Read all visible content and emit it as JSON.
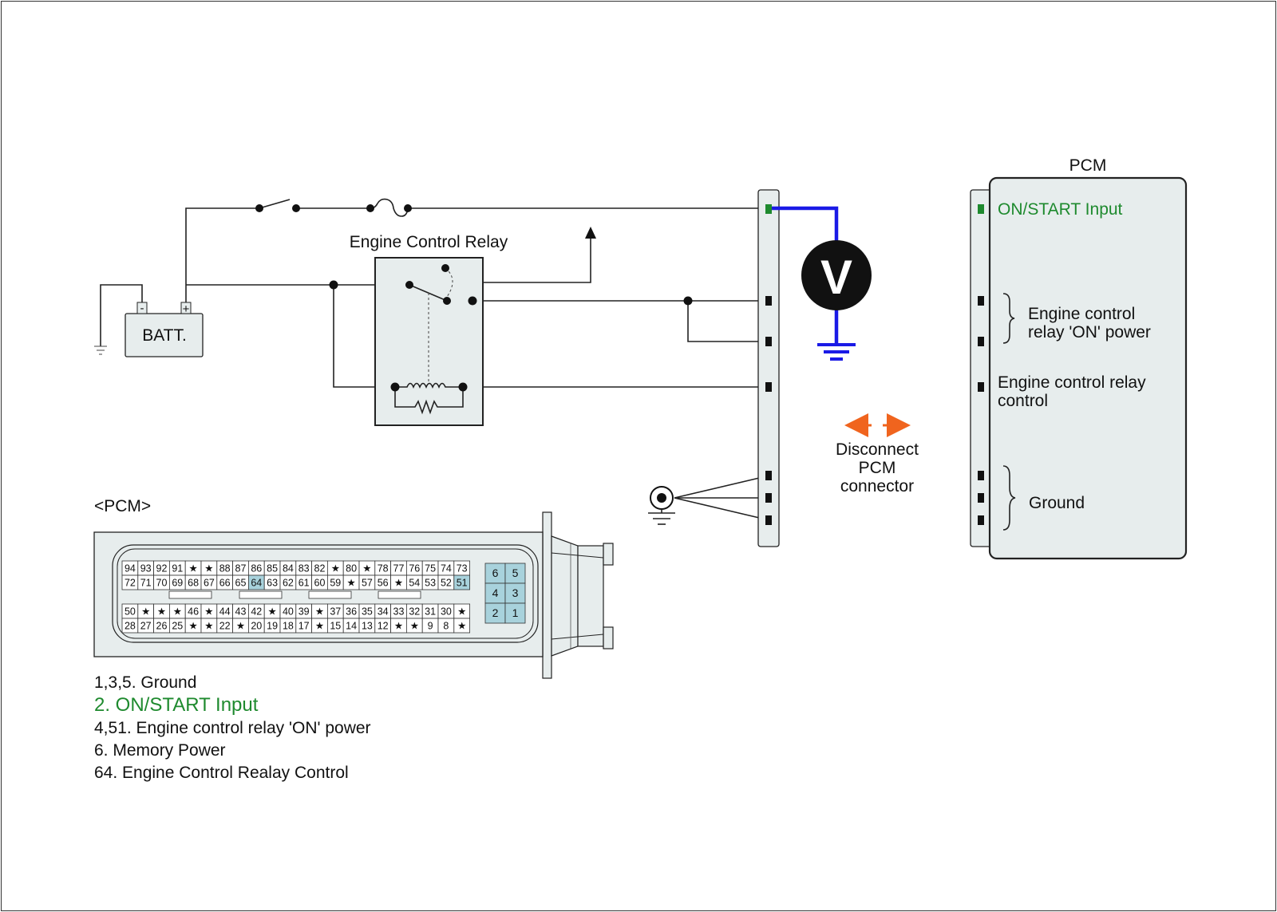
{
  "colors": {
    "highlight_green": "#1e8a2e",
    "probe_blue": "#1a1ae6",
    "arrow_orange": "#f0641e",
    "panel_fill": "#e7eded",
    "pin_highlight": "#a8d2dc"
  },
  "diagram": {
    "battery_label": "BATT.",
    "battery_minus": "-",
    "battery_plus": "+",
    "relay_title": "Engine Control Relay",
    "voltmeter_label": "V",
    "disconnect_label": [
      "Disconnect",
      "PCM",
      "connector"
    ],
    "pcm_title": "PCM",
    "pcm_connector_title": "<PCM>"
  },
  "pcm_box": {
    "on_start_input": "ON/START Input",
    "ecr_on_power": [
      "Engine control",
      "relay 'ON' power"
    ],
    "ecr_control": [
      "Engine control relay",
      "control"
    ],
    "ground": "Ground"
  },
  "connector": {
    "rows": [
      [
        "94",
        "93",
        "92",
        "91",
        "★",
        "★",
        "88",
        "87",
        "86",
        "85",
        "84",
        "83",
        "82",
        "★",
        "80",
        "★",
        "78",
        "77",
        "76",
        "75",
        "74",
        "73"
      ],
      [
        "72",
        "71",
        "70",
        "69",
        "68",
        "67",
        "66",
        "65",
        "64",
        "63",
        "62",
        "61",
        "60",
        "59",
        "★",
        "57",
        "56",
        "★",
        "54",
        "53",
        "52",
        "51"
      ],
      [
        "50",
        "★",
        "★",
        "★",
        "46",
        "★",
        "44",
        "43",
        "42",
        "★",
        "40",
        "39",
        "★",
        "37",
        "36",
        "35",
        "34",
        "33",
        "32",
        "31",
        "30",
        "★"
      ],
      [
        "28",
        "27",
        "26",
        "25",
        "★",
        "★",
        "22",
        "★",
        "20",
        "19",
        "18",
        "17",
        "★",
        "15",
        "14",
        "13",
        "12",
        "★",
        "★",
        "9",
        "8",
        "★"
      ]
    ],
    "highlighted": [
      "64",
      "51"
    ],
    "small_block": [
      [
        "6",
        "5"
      ],
      [
        "4",
        "3"
      ],
      [
        "2",
        "1"
      ]
    ]
  },
  "legend": [
    {
      "text": "1,3,5. Ground",
      "highlight": false
    },
    {
      "text": "2. ON/START Input",
      "highlight": true
    },
    {
      "text": "4,51. Engine control relay 'ON' power",
      "highlight": false
    },
    {
      "text": "6. Memory Power",
      "highlight": false
    },
    {
      "text": "64. Engine Control Realay Control",
      "highlight": false
    }
  ]
}
